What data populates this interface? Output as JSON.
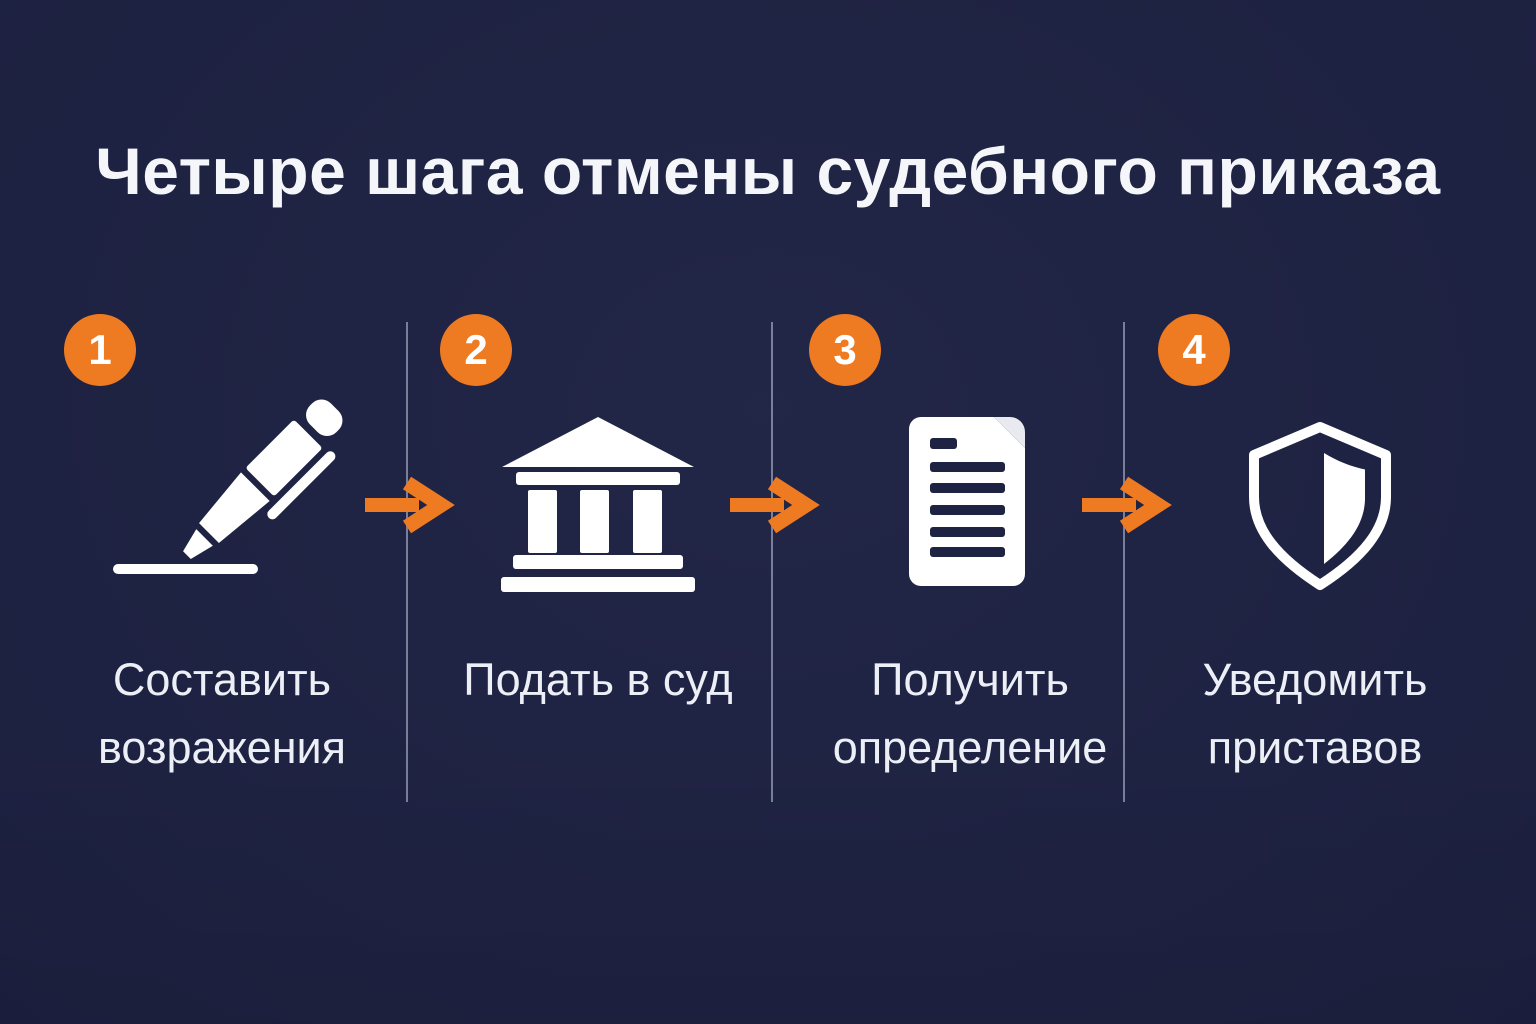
{
  "title": "Четыре шага отмены судебного приказа",
  "colors": {
    "background": "#1e2243",
    "accent_orange": "#ee7a21",
    "icon_white": "#ffffff",
    "label_text": "#edeff6",
    "divider": "#c3cbe0",
    "document_fold": "#e8eaf0"
  },
  "steps": [
    {
      "number": "1",
      "label_line1": "Составить",
      "label_line2": "возражения",
      "icon": "pen-icon"
    },
    {
      "number": "2",
      "label_line1": "Подать в суд",
      "label_line2": "",
      "icon": "courthouse-icon"
    },
    {
      "number": "3",
      "label_line1": "Получить",
      "label_line2": "определение",
      "icon": "document-icon"
    },
    {
      "number": "4",
      "label_line1": "Уведомить",
      "label_line2": "приставов",
      "icon": "shield-icon"
    }
  ]
}
